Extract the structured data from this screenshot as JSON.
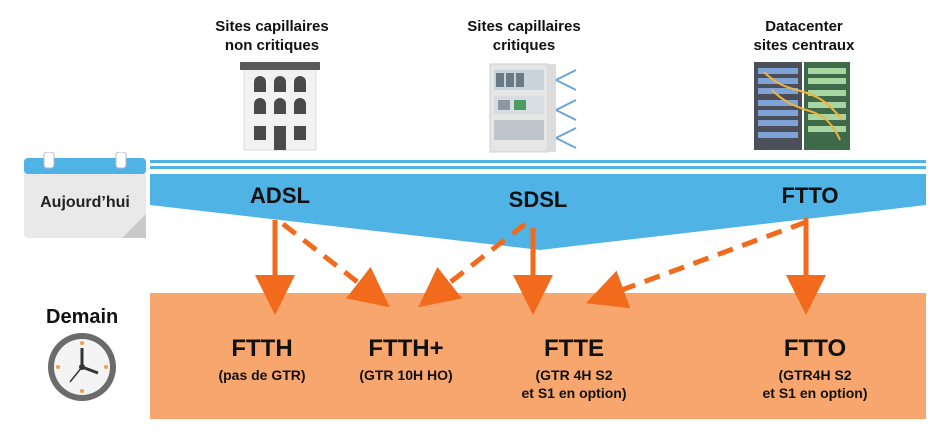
{
  "sites": [
    {
      "title": "Sites capillaires\nnon critiques",
      "icon": "building-icon"
    },
    {
      "title": "Sites capillaires\ncritiques",
      "icon": "server-room-icon"
    },
    {
      "title": "Datacenter\nsites centraux",
      "icon": "datacenter-rack-icon"
    }
  ],
  "today": {
    "label": "Aujourd’hui",
    "technologies": [
      "ADSL",
      "SDSL",
      "FTTO"
    ],
    "band_color": "#4fb3e6"
  },
  "tomorrow": {
    "label": "Demain",
    "box_color": "#f7a66e",
    "offers": [
      {
        "name": "FTTH",
        "detail": "(pas de GTR)"
      },
      {
        "name": "FTTH+",
        "detail": "(GTR 10H HO)"
      },
      {
        "name": "FTTE",
        "detail": "(GTR 4H S2\net S1 en option)"
      },
      {
        "name": "FTTO",
        "detail": "(GTR4H S2\net S1 en option)"
      }
    ]
  },
  "arrow_color": "#f26a1b"
}
